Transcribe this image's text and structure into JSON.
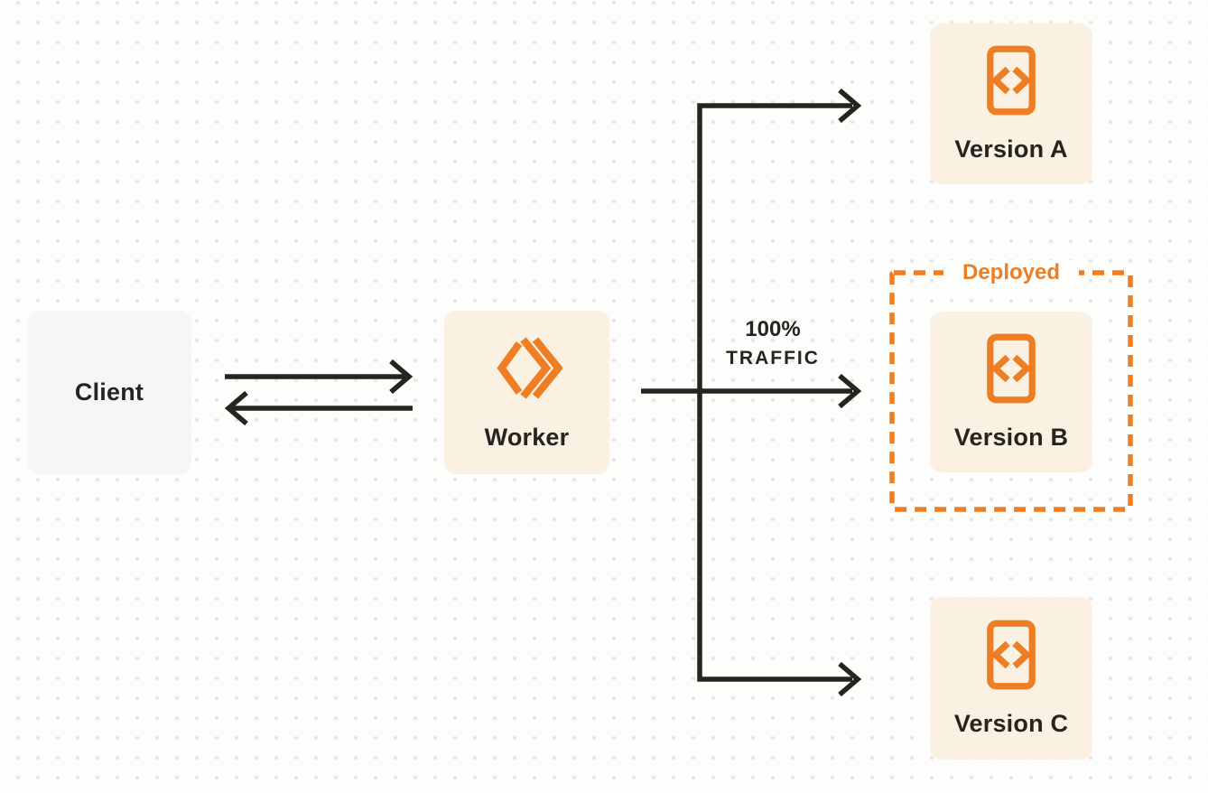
{
  "colors": {
    "orange": "#EE7E23",
    "cream": "#FAF1E3",
    "client_bg": "#F6F6F8",
    "ink": "#26241F",
    "page_bg": "#FDFDFC",
    "dot": "#E7E7E7"
  },
  "nodes": {
    "client": {
      "label": "Client"
    },
    "worker": {
      "label": "Worker",
      "icon": "workers-logo-icon"
    },
    "version_a": {
      "label": "Version A",
      "icon": "code-file-icon"
    },
    "version_b": {
      "label": "Version B",
      "icon": "code-file-icon"
    },
    "version_c": {
      "label": "Version C",
      "icon": "code-file-icon"
    }
  },
  "deployed_group": {
    "label": "Deployed"
  },
  "traffic_annotation": {
    "percent": "100%",
    "label": "TRAFFIC"
  }
}
